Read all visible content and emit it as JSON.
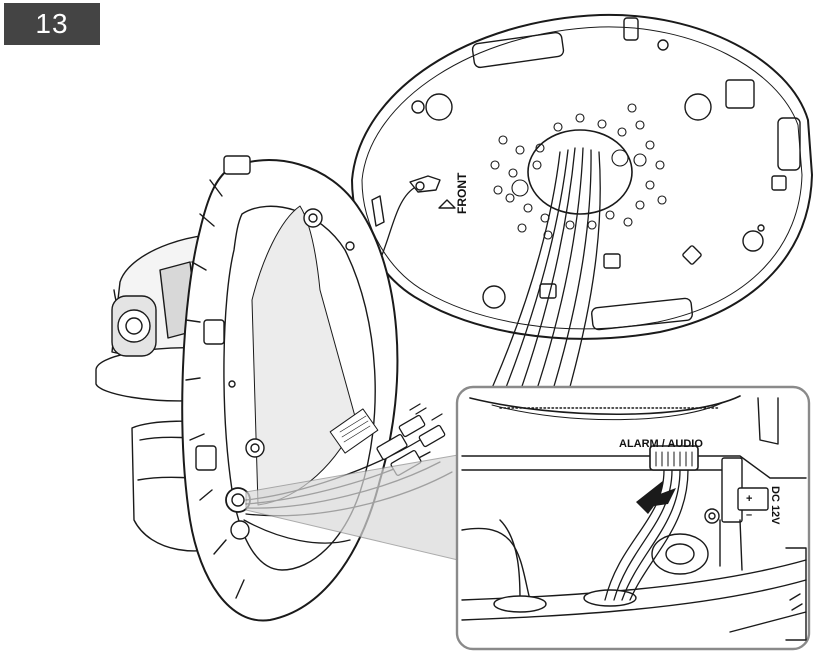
{
  "step": {
    "number": "13"
  },
  "labels": {
    "front": "FRONT",
    "alarm_audio": "ALARM / AUDIO",
    "dc": "DC 12V",
    "plus": "+",
    "minus": "–"
  },
  "colors": {
    "line": "#1a1a1a",
    "badge": "#444444",
    "callout_border": "#8a8a8a",
    "shade": "#9a9a9a"
  }
}
